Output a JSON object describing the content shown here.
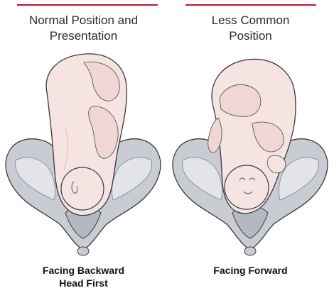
{
  "panels": [
    {
      "title_lines": [
        "Normal Position and",
        "Presentation"
      ],
      "caption_lines": [
        "Facing Backward",
        "Head First"
      ]
    },
    {
      "title_lines": [
        "Less Common",
        "Position"
      ],
      "caption_lines": [
        "Facing Forward"
      ]
    }
  ],
  "colors": {
    "accent_rule": "#c8102e",
    "skin": "#f6e4e3",
    "skin_shadow": "#d9b9b8",
    "pelvis": "#c9ccd3",
    "pelvis_shadow": "#9da1ab",
    "outline": "#3a3a3a"
  }
}
